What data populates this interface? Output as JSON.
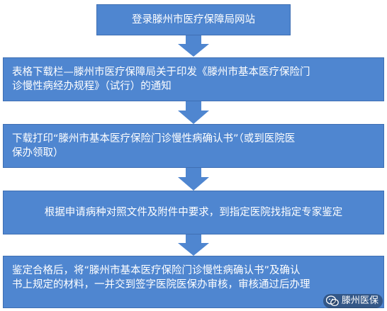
{
  "steps": [
    {
      "text": "登录滕州市医疗保障局网站"
    },
    {
      "text": "表格下载栏—滕州市医疗保障局关于印发《滕州市基本医疗保险门\n诊慢性病经办规程》（试行）的通知"
    },
    {
      "text": "下载打印“滕州市基本医疗保险门诊慢性病确认书”（或到医院医\n保办领取）"
    },
    {
      "text": "根据申请病种对照文件及附件中要求，到指定医院找指定专家鉴定"
    },
    {
      "text": "鉴定合格后，将“滕州市基本医疗保险门诊慢性病确认书”及确认\n书上规定的材料，一并交到签字医院医保办审核，审核通过后办理"
    }
  ],
  "watermark": {
    "label": "滕州医保"
  },
  "colors": {
    "box": "#4f86d0",
    "arrow": "#4f86d0",
    "text": "#ffffff"
  }
}
